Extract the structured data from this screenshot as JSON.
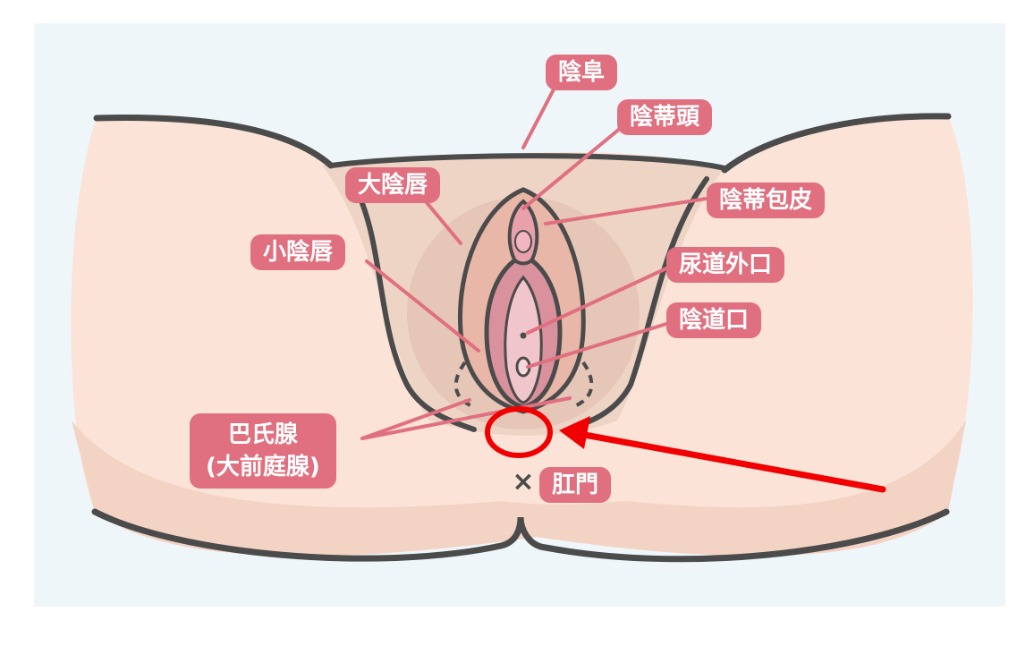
{
  "labels": {
    "mons_pubis": "陰阜",
    "clitoris_glans": "陰蒂頭",
    "labia_majora": "大陰唇",
    "clitoral_hood": "陰蒂包皮",
    "labia_minora": "小陰唇",
    "urethral_opening": "尿道外口",
    "vaginal_opening": "陰道口",
    "bartholin_line1": "巴氏腺",
    "bartholin_line2": "(大前庭腺)",
    "anus": "肛門",
    "anus_marker": "×"
  },
  "colors": {
    "background": "#eef6fa",
    "skin": "#fbe3d7",
    "skin_shadow": "#eac8b6",
    "outline": "#4b4b4b",
    "label_fill": "#e0707f",
    "leader_line": "#e0707f",
    "inner_pink": "#e9a4ae",
    "annotation_red": "#f00000"
  }
}
